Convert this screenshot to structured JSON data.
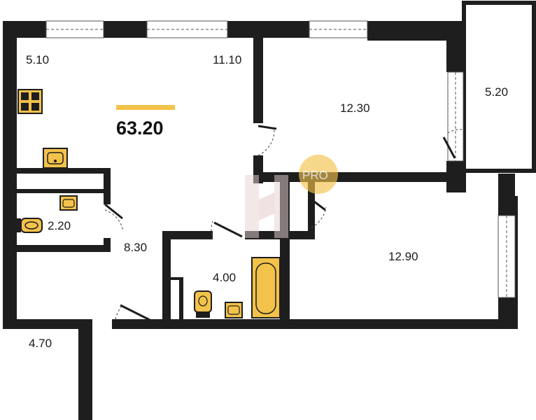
{
  "plan": {
    "total_area": "63.20",
    "rooms": [
      {
        "id": "kitchen",
        "area": "5.10"
      },
      {
        "id": "living",
        "area": "11.10"
      },
      {
        "id": "bedroom-1",
        "area": "12.30"
      },
      {
        "id": "balcony",
        "area": "5.20"
      },
      {
        "id": "wc",
        "area": "2.20"
      },
      {
        "id": "corridor",
        "area": "8.30"
      },
      {
        "id": "bathroom",
        "area": "4.00"
      },
      {
        "id": "bedroom-2",
        "area": "12.90"
      },
      {
        "id": "hall",
        "area": "4.70"
      }
    ],
    "watermark": "PRO"
  },
  "colors": {
    "wall": "#1e1e1e",
    "accent": "#f3c24a",
    "watermark_circle": "#f3c24a"
  }
}
